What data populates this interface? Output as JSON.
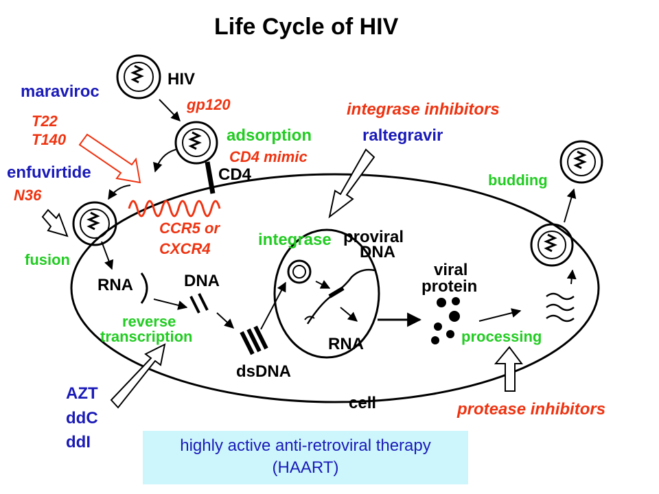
{
  "title": "Life Cycle of HIV",
  "labels": {
    "hiv": "HIV",
    "gp120": "gp120",
    "maraviroc": "maraviroc",
    "t22": "T22",
    "t140": "T140",
    "adsorption": "adsorption",
    "cd4_mimic": "CD4 mimic",
    "cd4": "CD4",
    "enfuvirtide": "enfuvirtide",
    "n36": "N36",
    "ccr5_or": "CCR5 or",
    "cxcr4": "CXCR4",
    "fusion": "fusion",
    "integrase_inhibitors": "integrase inhibitors",
    "raltegravir": "raltegravir",
    "integrase": "integrase",
    "proviral": "proviral",
    "dna_proviral": "DNA",
    "budding": "budding",
    "viral": "viral",
    "protein": "protein",
    "rna_1": "RNA",
    "dna_1": "DNA",
    "reverse": "reverse",
    "transcription": "transcription",
    "dsdna": "dsDNA",
    "rna_2": "RNA",
    "processing": "processing",
    "cell": "cell",
    "protease_inhibitors": "protease inhibitors",
    "azt": "AZT",
    "ddc": "ddC",
    "ddi": "ddI"
  },
  "haart": {
    "line1": "highly active anti-retroviral therapy",
    "line2": "(HAART)"
  },
  "colors": {
    "drug_blue": "#1a1ab8",
    "process_green": "#22cc22",
    "inhibitor_red": "#ee3311",
    "haart_box": "#ccf6fc"
  }
}
